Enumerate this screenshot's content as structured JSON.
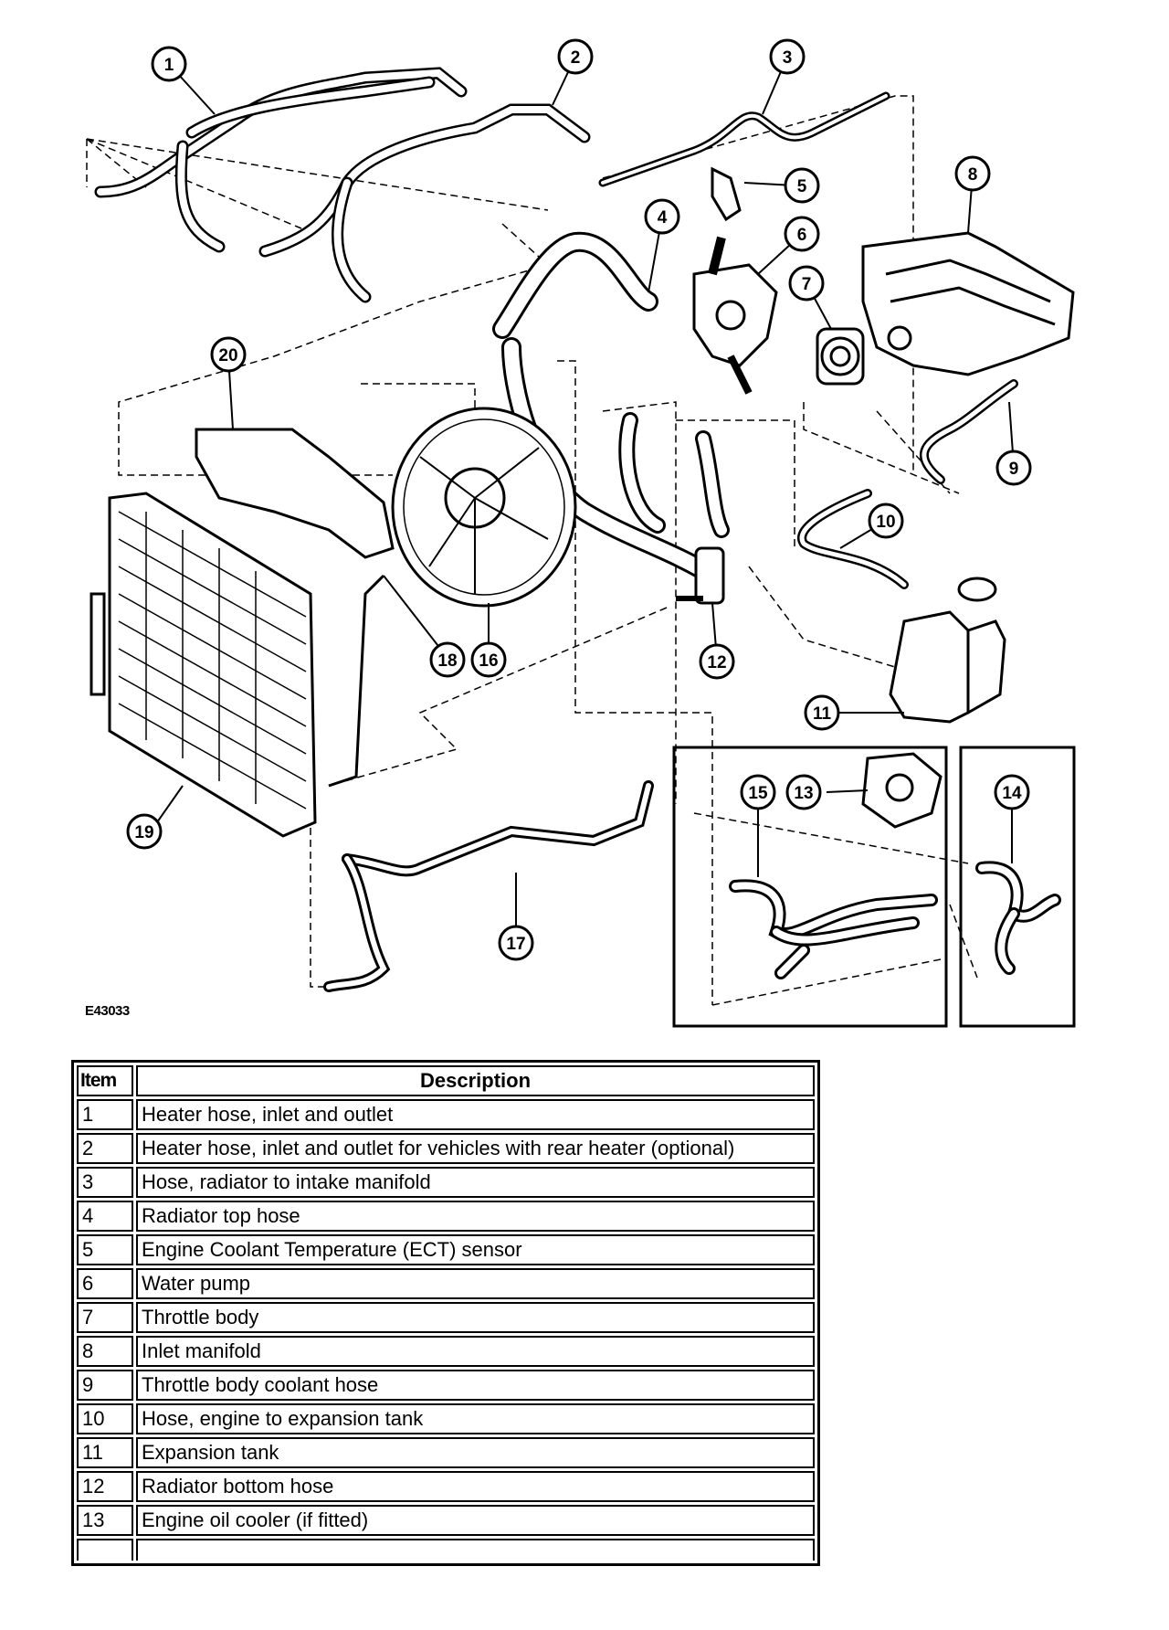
{
  "figure_code": "E43033",
  "callouts": [
    "1",
    "2",
    "3",
    "4",
    "5",
    "6",
    "7",
    "8",
    "9",
    "10",
    "11",
    "12",
    "13",
    "14",
    "15",
    "16",
    "18",
    "19",
    "17",
    "20"
  ],
  "table": {
    "headers": {
      "item": "Item",
      "description": "Description"
    },
    "rows": [
      {
        "item": "1",
        "description": "Heater hose, inlet and outlet"
      },
      {
        "item": "2",
        "description": "Heater hose, inlet and outlet for vehicles with rear heater (optional)"
      },
      {
        "item": "3",
        "description": "Hose, radiator to intake manifold"
      },
      {
        "item": "4",
        "description": "Radiator top hose"
      },
      {
        "item": "5",
        "description": "Engine Coolant Temperature (ECT) sensor"
      },
      {
        "item": "6",
        "description": "Water pump"
      },
      {
        "item": "7",
        "description": "Throttle body"
      },
      {
        "item": "8",
        "description": "Inlet manifold"
      },
      {
        "item": "9",
        "description": "Throttle body coolant hose"
      },
      {
        "item": "10",
        "description": "Hose, engine to expansion tank"
      },
      {
        "item": "11",
        "description": "Expansion tank"
      },
      {
        "item": "12",
        "description": "Radiator bottom hose"
      },
      {
        "item": "13",
        "description": "Engine oil cooler (if fitted)"
      }
    ]
  }
}
